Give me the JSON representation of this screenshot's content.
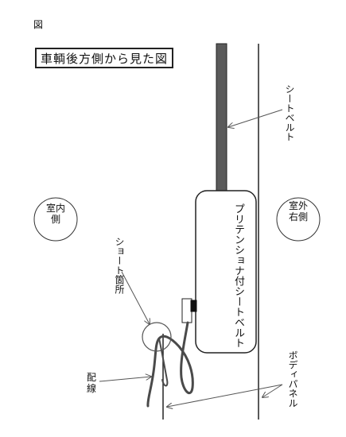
{
  "figure_label": "図",
  "title": "車輌後方側から見た図",
  "labels": {
    "seatbelt": "シートベルト",
    "pretensioner_seatbelt": "プリテンショナ付シートベルト",
    "interior_side": "室内側",
    "exterior_right_side": "室外右側",
    "short_location": "ショート箇所",
    "wiring": "配線",
    "body_panel": "ボディパネル"
  }
}
